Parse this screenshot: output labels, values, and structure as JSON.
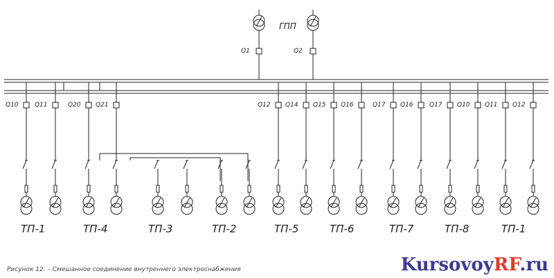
{
  "source": {
    "label": "ГПП",
    "feeders": [
      "Q1",
      "Q2"
    ]
  },
  "feeders": [
    {
      "breaker": "Q10",
      "tp": "ТП-1"
    },
    {
      "breaker": "Q11",
      "tp": null
    },
    {
      "breaker": "Q20",
      "tp": "ТП-4"
    },
    {
      "breaker": "Q21",
      "tp": null
    },
    {
      "breaker": null,
      "tp": "ТП-3"
    },
    {
      "breaker": null,
      "tp": "ТП-2"
    },
    {
      "breaker": "Q12",
      "tp": "ТП-5"
    },
    {
      "breaker": "Q14",
      "tp": null
    },
    {
      "breaker": "Q15",
      "tp": "ТП-6"
    },
    {
      "breaker": "Q16",
      "tp": null
    },
    {
      "breaker": "Q17",
      "tp": "ТП-7"
    },
    {
      "breaker": "Q16",
      "tp": null
    },
    {
      "breaker": "Q17",
      "tp": "ТП-8"
    },
    {
      "breaker": "Q10",
      "tp": null
    },
    {
      "breaker": "Q11",
      "tp": "ТП-1"
    },
    {
      "breaker": "Q12",
      "tp": null
    }
  ],
  "caption": "Рисунок 12. – Смешанное соединение внутреннего электроснабжения",
  "watermark": {
    "part1": "Kursovoy",
    "part2": "RF",
    "part3": ".ru"
  },
  "colors": {
    "line": "#222222",
    "wm_blue": "#3b3b8f",
    "wm_red": "#e03a2b"
  }
}
